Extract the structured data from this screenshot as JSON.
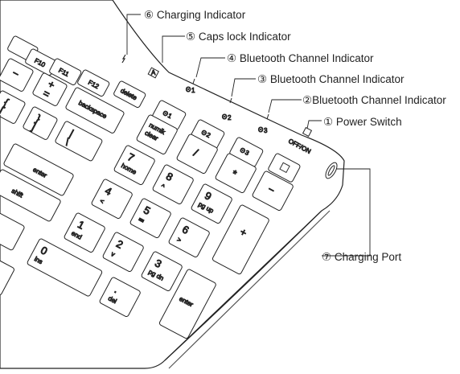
{
  "callouts": [
    {
      "num": "⑥",
      "label": "Charging Indicator"
    },
    {
      "num": "⑤",
      "label": "Caps lock Indicator"
    },
    {
      "num": "④",
      "label": "Bluetooth Channel Indicator"
    },
    {
      "num": "③",
      "label": "Bluetooth Channel Indicator"
    },
    {
      "num": "②",
      "label": "Bluetooth Channel Indicator"
    },
    {
      "num": "①",
      "label": "Power Switch"
    },
    {
      "num": "⑦",
      "label": "Charging Port"
    }
  ],
  "keys": {
    "f10": "F10",
    "f11": "F11",
    "f12": "F12",
    "delete": "delete",
    "backspace": "backspace",
    "bt1": "1",
    "bt2": "2",
    "bt3": "3",
    "numlk": "numlk",
    "clear": "clear",
    "enter": "enter",
    "shift": "shift",
    "n7": "7",
    "home": "home",
    "n8": "8",
    "n9": "9",
    "pgup": "pg up",
    "n4": "4",
    "n5": "5",
    "n6": "6",
    "n1": "1",
    "end": "end",
    "n2": "2",
    "n3": "3",
    "pgdn": "pg dn",
    "n0": "0",
    "ins": "ins",
    "dot": ".",
    "del": "del",
    "minus": "−",
    "plus": "+",
    "star": "*",
    "slash": "/",
    "numenter": "enter",
    "eq": "=",
    "plus_top": "+"
  },
  "indicator_labels": {
    "bt1": "1",
    "bt2": "2",
    "bt3": "3",
    "off_on": "OFF/ON",
    "caps": "A"
  }
}
